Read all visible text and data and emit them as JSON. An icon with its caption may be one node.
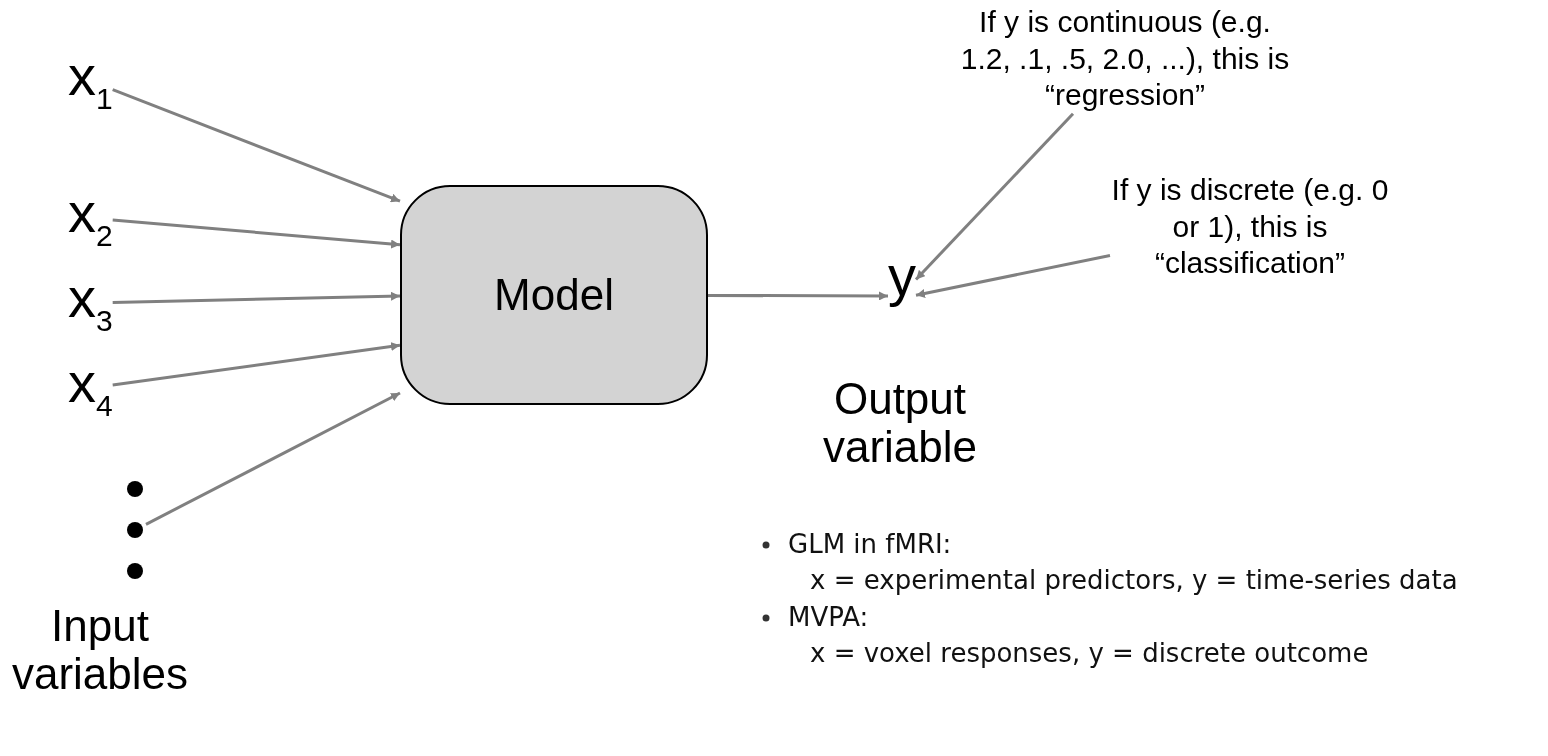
{
  "diagram": {
    "nodes": [
      {
        "text": [
          "x$_{1}$"
        ]
      },
      {
        "text": [
          "x$_{2}$"
        ]
      },
      {
        "text": [
          "x$_{3}$"
        ]
      },
      {
        "text": [
          "x$_{4}$"
        ]
      },
      {
        "text": [],
        "shape": "dots"
      },
      {
        "text": [
          "Model"
        ]
      },
      {
        "text": [
          "y"
        ],
        "beside": [
          "Output variable"
        ]
      },
      {
        "text": [
          "If y is continuous (e.g. 1.2, .1, .5, 2.0, ...), this is “regression”"
        ]
      },
      {
        "text": [
          "If y is discrete (e.g. 0 or 1), this is “classification”"
        ]
      }
    ],
    "edges": [
      {
        "from": 0,
        "to": 5,
        "arrow": "to"
      },
      {
        "from": 1,
        "to": 5,
        "arrow": "to"
      },
      {
        "from": 2,
        "to": 5,
        "arrow": "to"
      },
      {
        "from": 3,
        "to": 5,
        "arrow": "to"
      },
      {
        "from": 4,
        "to": 5,
        "arrow": "to"
      },
      {
        "from": 5,
        "to": 6,
        "arrow": "to"
      },
      {
        "from": 7,
        "to": 6,
        "arrow": "to"
      },
      {
        "from": 8,
        "to": 6,
        "arrow": "to"
      }
    ],
    "labels": [
      "Input variables",
      "GLM in fMRI:",
      "x = experimental predictors, y = time-series data",
      "MVPA:",
      "x = voxel responses, y = discrete outcome"
    ]
  }
}
